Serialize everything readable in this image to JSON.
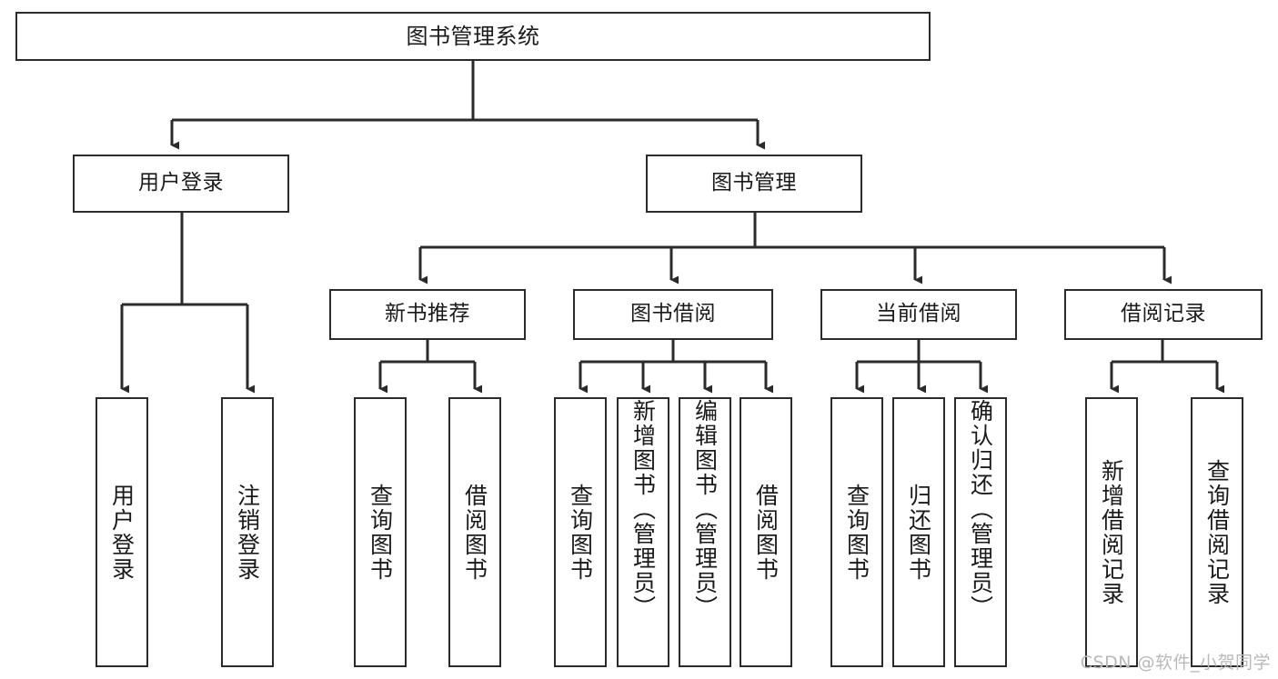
{
  "diagram": {
    "title": "图书管理系统",
    "type": "tree-hierarchy",
    "orientation": "top-down",
    "colors": {
      "box_border": "#2b2b2b",
      "box_fill": "#ffffff",
      "edge": "#2b2b2b",
      "text": "#1a1a1a",
      "watermark": "#b9b9b9",
      "background": "#ffffff"
    },
    "watermark": "CSDN @软件_小贺同学"
  },
  "nodes": {
    "root": {
      "label": "图书管理系统"
    },
    "level2": [
      {
        "label": "用户登录"
      },
      {
        "label": "图书管理"
      }
    ],
    "level3": [
      {
        "label": "新书推荐"
      },
      {
        "label": "图书借阅"
      },
      {
        "label": "当前借阅"
      },
      {
        "label": "借阅记录"
      }
    ],
    "leaves": {
      "user_login": [
        {
          "label": "用户登录"
        },
        {
          "label": "注销登录"
        }
      ],
      "new_book_recommend": [
        {
          "label": "查询图书"
        },
        {
          "label": "借阅图书"
        }
      ],
      "book_borrow": [
        {
          "label": "查询图书"
        },
        {
          "label": "新增图书（管理员）"
        },
        {
          "label": "编辑图书（管理员）"
        },
        {
          "label": "借阅图书"
        }
      ],
      "current_borrow": [
        {
          "label": "查询图书"
        },
        {
          "label": "归还图书"
        },
        {
          "label": "确认归还（管理员）"
        }
      ],
      "borrow_record": [
        {
          "label": "新增借阅记录"
        },
        {
          "label": "查询借阅记录"
        }
      ]
    }
  }
}
